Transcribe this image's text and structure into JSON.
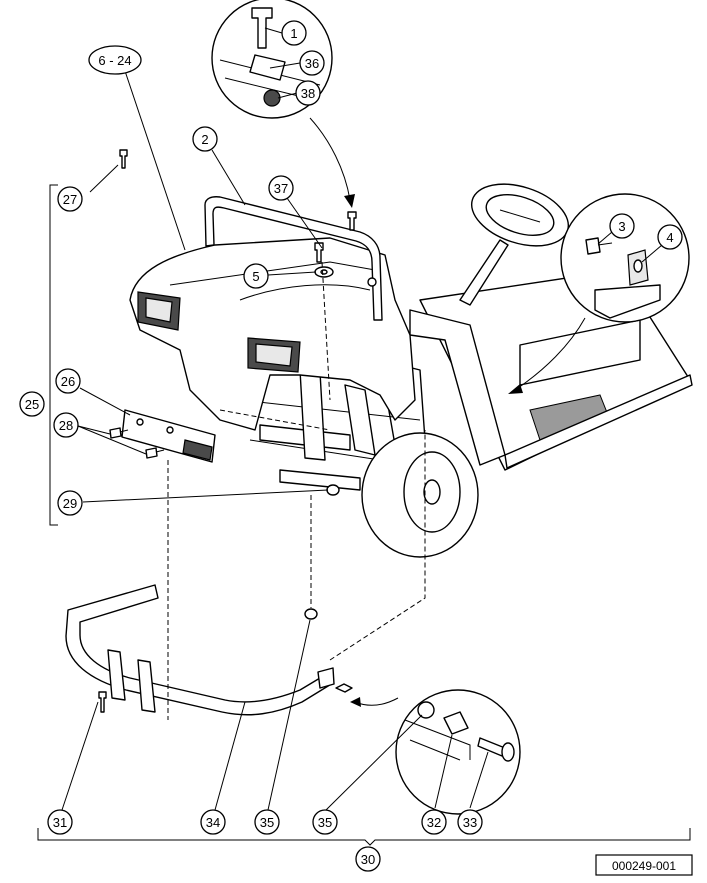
{
  "figure_id": "000249-001",
  "callouts": {
    "c1": "1",
    "c2": "2",
    "c3": "3",
    "c4": "4",
    "c5": "5",
    "c6_24": "6 - 24",
    "c25": "25",
    "c26": "26",
    "c27": "27",
    "c28": "28",
    "c29": "29",
    "c30": "30",
    "c31": "31",
    "c32": "32",
    "c33": "33",
    "c34": "34",
    "c35a": "35",
    "c35b": "35",
    "c36": "36",
    "c37": "37",
    "c38": "38"
  }
}
